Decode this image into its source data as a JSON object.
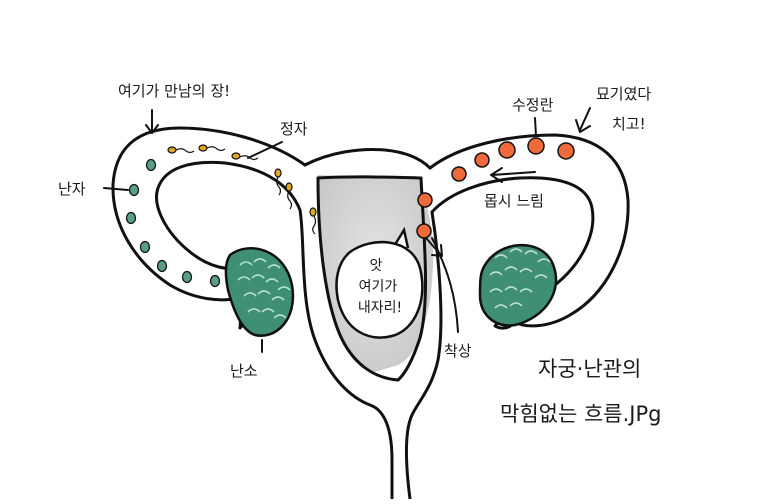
{
  "labels": {
    "meeting_place": "여기가 만남의 장!",
    "sperm": "정자",
    "egg": "난자",
    "ovary": "난소",
    "fertilized_egg": "수정란",
    "exclamation": "묘기였다 치고!",
    "slow": "몹시 느림",
    "implantation": "착상"
  },
  "speech_bubble": {
    "line1": "앗",
    "line2": "여기가",
    "line3": "내자리!"
  },
  "title": {
    "line1": "자궁·난관의",
    "line2": "막힘없는 흐름.JPg"
  },
  "colors": {
    "outline": "#111111",
    "uterus_fill": "#d6d6d6",
    "egg_green": "#5a9e85",
    "ovary_green": "#3f8f73",
    "fertilized_orange": "#ee6a3a",
    "sperm_yellow": "#e2a526"
  },
  "icons": [
    "arrow-down-icon",
    "arrow-left-icon",
    "arrow-down-right-icon"
  ]
}
